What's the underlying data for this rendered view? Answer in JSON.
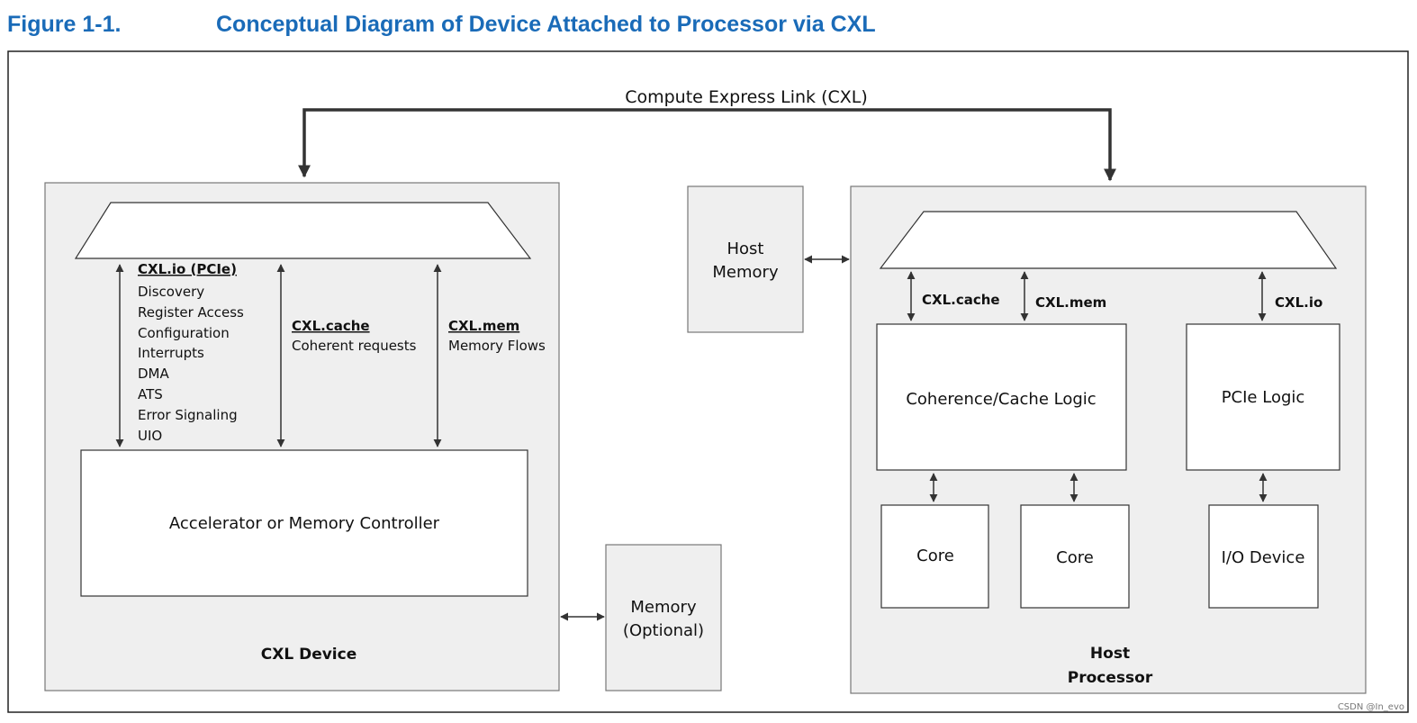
{
  "figure": {
    "number": "Figure 1-1.",
    "title": "Conceptual Diagram of Device Attached to Processor via CXL"
  },
  "link": {
    "label": "Compute Express Link (CXL)"
  },
  "cxl_device": {
    "label": "CXL Device",
    "cxl_io": {
      "heading": "CXL.io (PCIe)",
      "items": [
        "Discovery",
        "Register Access",
        "Configuration",
        "Interrupts",
        "DMA",
        "ATS",
        "Error Signaling",
        "UIO"
      ]
    },
    "cxl_cache": {
      "heading": "CXL.cache",
      "text": "Coherent requests"
    },
    "cxl_mem": {
      "heading": "CXL.mem",
      "text": "Memory Flows"
    },
    "controller": "Accelerator or Memory Controller"
  },
  "device_memory": {
    "line1": "Memory",
    "line2": "(Optional)"
  },
  "host_memory": {
    "line1": "Host",
    "line2": "Memory"
  },
  "host_processor": {
    "label_line1": "Host",
    "label_line2": "Processor",
    "link_cache": "CXL.cache",
    "link_mem": "CXL.mem",
    "link_io": "CXL.io",
    "coherence": "Coherence/Cache Logic",
    "pcie_logic": "PCIe Logic",
    "core1": "Core",
    "core2": "Core",
    "io_device": "I/O Device"
  },
  "watermark": "CSDN @In_evo"
}
